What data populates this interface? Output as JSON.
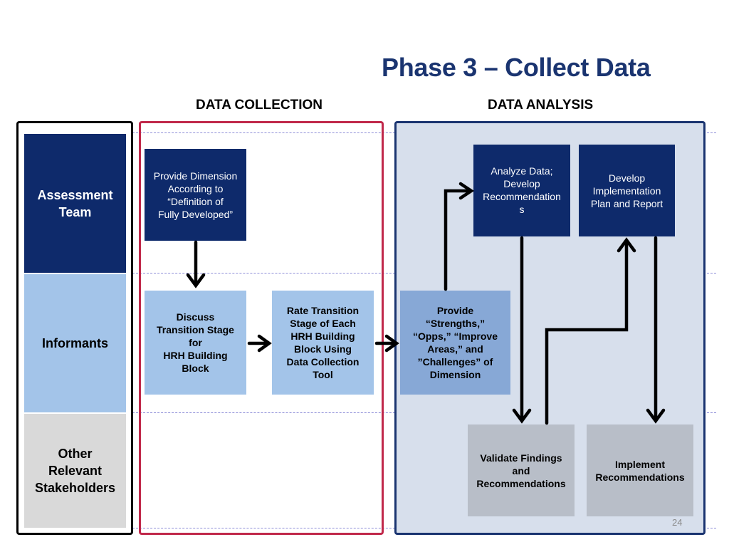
{
  "slide": {
    "title": "Phase 3 – Collect Data",
    "page_number": "24"
  },
  "columns": {
    "collection": "DATA COLLECTION",
    "analysis": "DATA ANALYSIS"
  },
  "lanes": [
    {
      "label": "Assessment\nTeam",
      "color": "#0e2a6b"
    },
    {
      "label": "Informants",
      "color": "#a3c4e9"
    },
    {
      "label": "Other\nRelevant\nStakeholders",
      "color": "#d9d9d9"
    }
  ],
  "boxes": {
    "provide_dimension": "Provide Dimension\nAccording to\n“Definition of\nFully Developed”",
    "discuss_transition": "Discuss\nTransition Stage\nfor\nHRH Building\nBlock",
    "rate_transition": "Rate Transition\nStage of Each\nHRH Building\nBlock Using\nData Collection\nTool",
    "provide_strengths": "Provide\n“Strengths,”\n“Opps,” “Improve\nAreas,” and\n”Challenges” of\nDimension",
    "analyze_data": "Analyze Data;\nDevelop\nRecommendation\ns",
    "develop_plan": "Develop\nImplementation\nPlan and Report",
    "validate_findings": "Validate Findings\nand\nRecommendations",
    "implement": "Implement\nRecommendations"
  },
  "colors": {
    "title": "#1a3470",
    "dark_box": "#0e2a6b",
    "light_box": "#a3c4e9",
    "mid_box": "#87a8d6",
    "gray_box": "#b8bec8",
    "collection_frame": "#c0284a",
    "analysis_frame": "#1a3470",
    "analysis_fill": "#d7dfec"
  }
}
